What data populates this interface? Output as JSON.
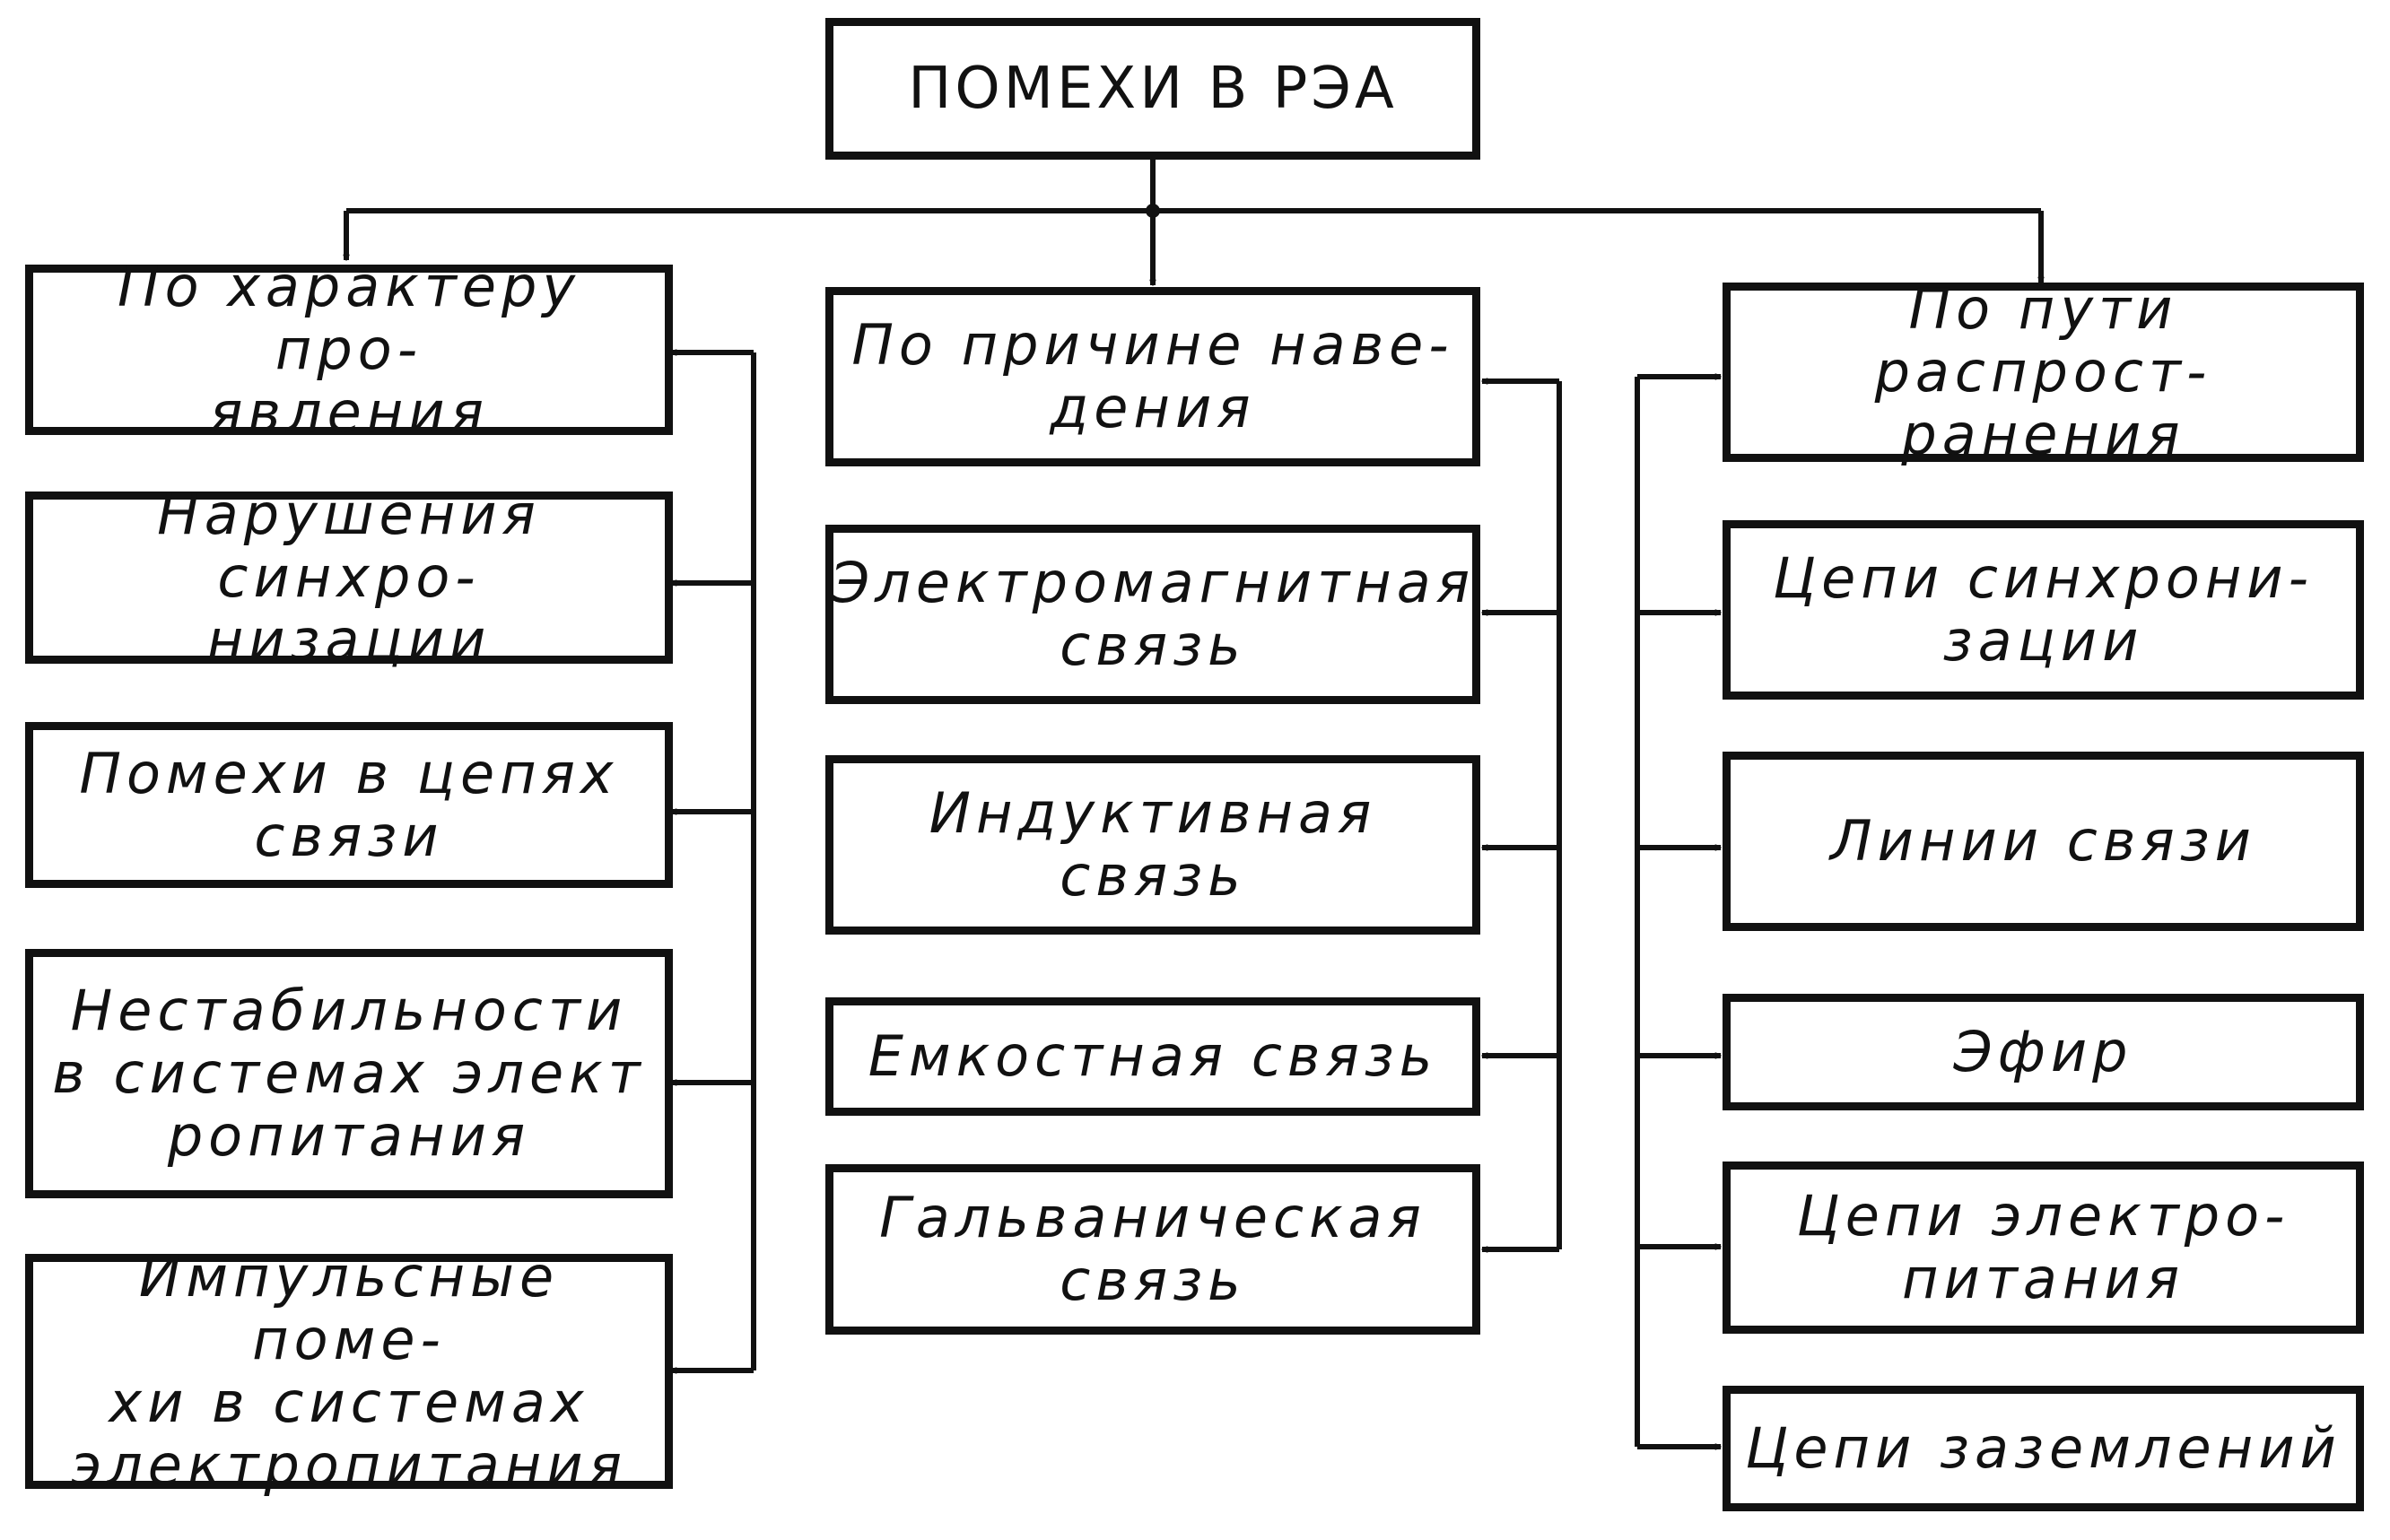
{
  "root": {
    "label": "ПОМЕХИ В РЭА"
  },
  "left": {
    "header": "По характеру про-\nявления",
    "items": [
      "Нарушения синхро-\nнизации",
      "Помехи в цепях\nсвязи",
      "Нестабильности\nв системах элект\nропитания",
      "Импульсные поме-\nхи в системах\nэлектропитания"
    ]
  },
  "middle": {
    "header": "По причине наве-\nдения",
    "items": [
      "Электромагнитная\nсвязь",
      "Индуктивная\nсвязь",
      "Емкостная связь",
      "Гальваническая\nсвязь"
    ]
  },
  "right": {
    "header": "По пути распрост-\nранения",
    "items": [
      "Цепи синхрони-\nзации",
      "Линии связи",
      "Эфир",
      "Цепи электро-\nпитания",
      "Цепи заземлений"
    ]
  },
  "colors": {
    "line": "#111111",
    "background": "#ffffff"
  }
}
